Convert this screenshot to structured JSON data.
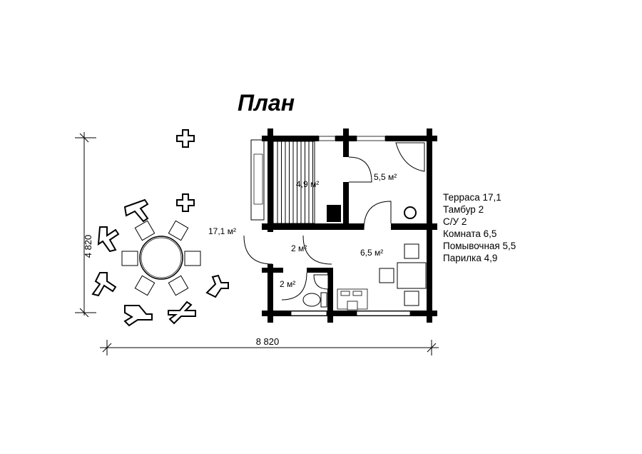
{
  "title": "План",
  "dimensions": {
    "height": "4 820",
    "width": "8 820"
  },
  "rooms": {
    "terrace": "17,1 м²",
    "sauna": "4,9 м²",
    "wash": "5,5 м²",
    "vestibule": "2 м²",
    "wc": "2 м²",
    "room": "6,5 м²"
  },
  "legend": [
    "Терраса 17,1",
    "Тамбур 2",
    "С/У 2",
    "Комната 6,5",
    "Помывочная 5,5",
    "Парилка 4,9"
  ]
}
